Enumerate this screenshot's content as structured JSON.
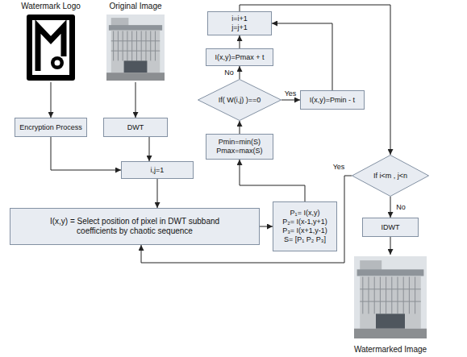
{
  "diagram": {
    "nodes": [
      {
        "text": [
          "Watermark Logo"
        ]
      },
      {
        "text": [
          "Original Image"
        ]
      },
      {
        "text": [
          "i=i+1 j=j+1"
        ]
      },
      {
        "text": [
          "I(x,y)=Pmax + t"
        ]
      },
      {
        "text": [
          "If( W(i,j) )==0"
        ]
      },
      {
        "text": [
          "I(x,y)=Pmin - t"
        ]
      },
      {
        "text": [
          "If i<m , j<n"
        ]
      },
      {
        "text": [
          "Encryption Process"
        ]
      },
      {
        "text": [
          "DWT"
        ]
      },
      {
        "text": [
          "Pmin=min(S) Pmax=max(S)"
        ]
      },
      {
        "text": [
          "i,j=1"
        ]
      },
      {
        "text": [
          "IDWT"
        ]
      },
      {
        "text": [
          "I(x,y) = Select position of pixel in DWT subband coefficients by chaotic sequence"
        ]
      },
      {
        "text": [
          "P₁= I(x,y)",
          "P₂= I(x-1,y+1)",
          "P₃= I(x+1,y-1)",
          "S= [P₁ P₂ P₃]"
        ]
      },
      {
        "text": [
          "Watermarked Image"
        ]
      }
    ],
    "edges": [
      {
        "from": 0,
        "to": 7,
        "arrow": "to"
      },
      {
        "from": 1,
        "to": 8,
        "arrow": "to"
      },
      {
        "from": 7,
        "to": 10,
        "arrow": "to"
      },
      {
        "from": 8,
        "to": 10,
        "arrow": "to"
      },
      {
        "from": 10,
        "to": 12,
        "arrow": "to"
      },
      {
        "from": 12,
        "to": 13,
        "arrow": "to"
      },
      {
        "from": 13,
        "to": 9,
        "arrow": "to"
      },
      {
        "from": 9,
        "to": 4,
        "arrow": "to"
      },
      {
        "from": 4,
        "to": 3,
        "label": "No",
        "arrow": "to"
      },
      {
        "from": 4,
        "to": 5,
        "label": "Yes",
        "arrow": "to"
      },
      {
        "from": 3,
        "to": 2,
        "arrow": "to"
      },
      {
        "from": 5,
        "to": 2,
        "arrow": "to"
      },
      {
        "from": 2,
        "to": 6,
        "arrow": "to"
      },
      {
        "from": 6,
        "to": 12,
        "label": "Yes",
        "arrow": "to"
      },
      {
        "from": 6,
        "to": 11,
        "label": "No",
        "arrow": "to"
      },
      {
        "from": 11,
        "to": 14,
        "arrow": "to"
      }
    ]
  }
}
